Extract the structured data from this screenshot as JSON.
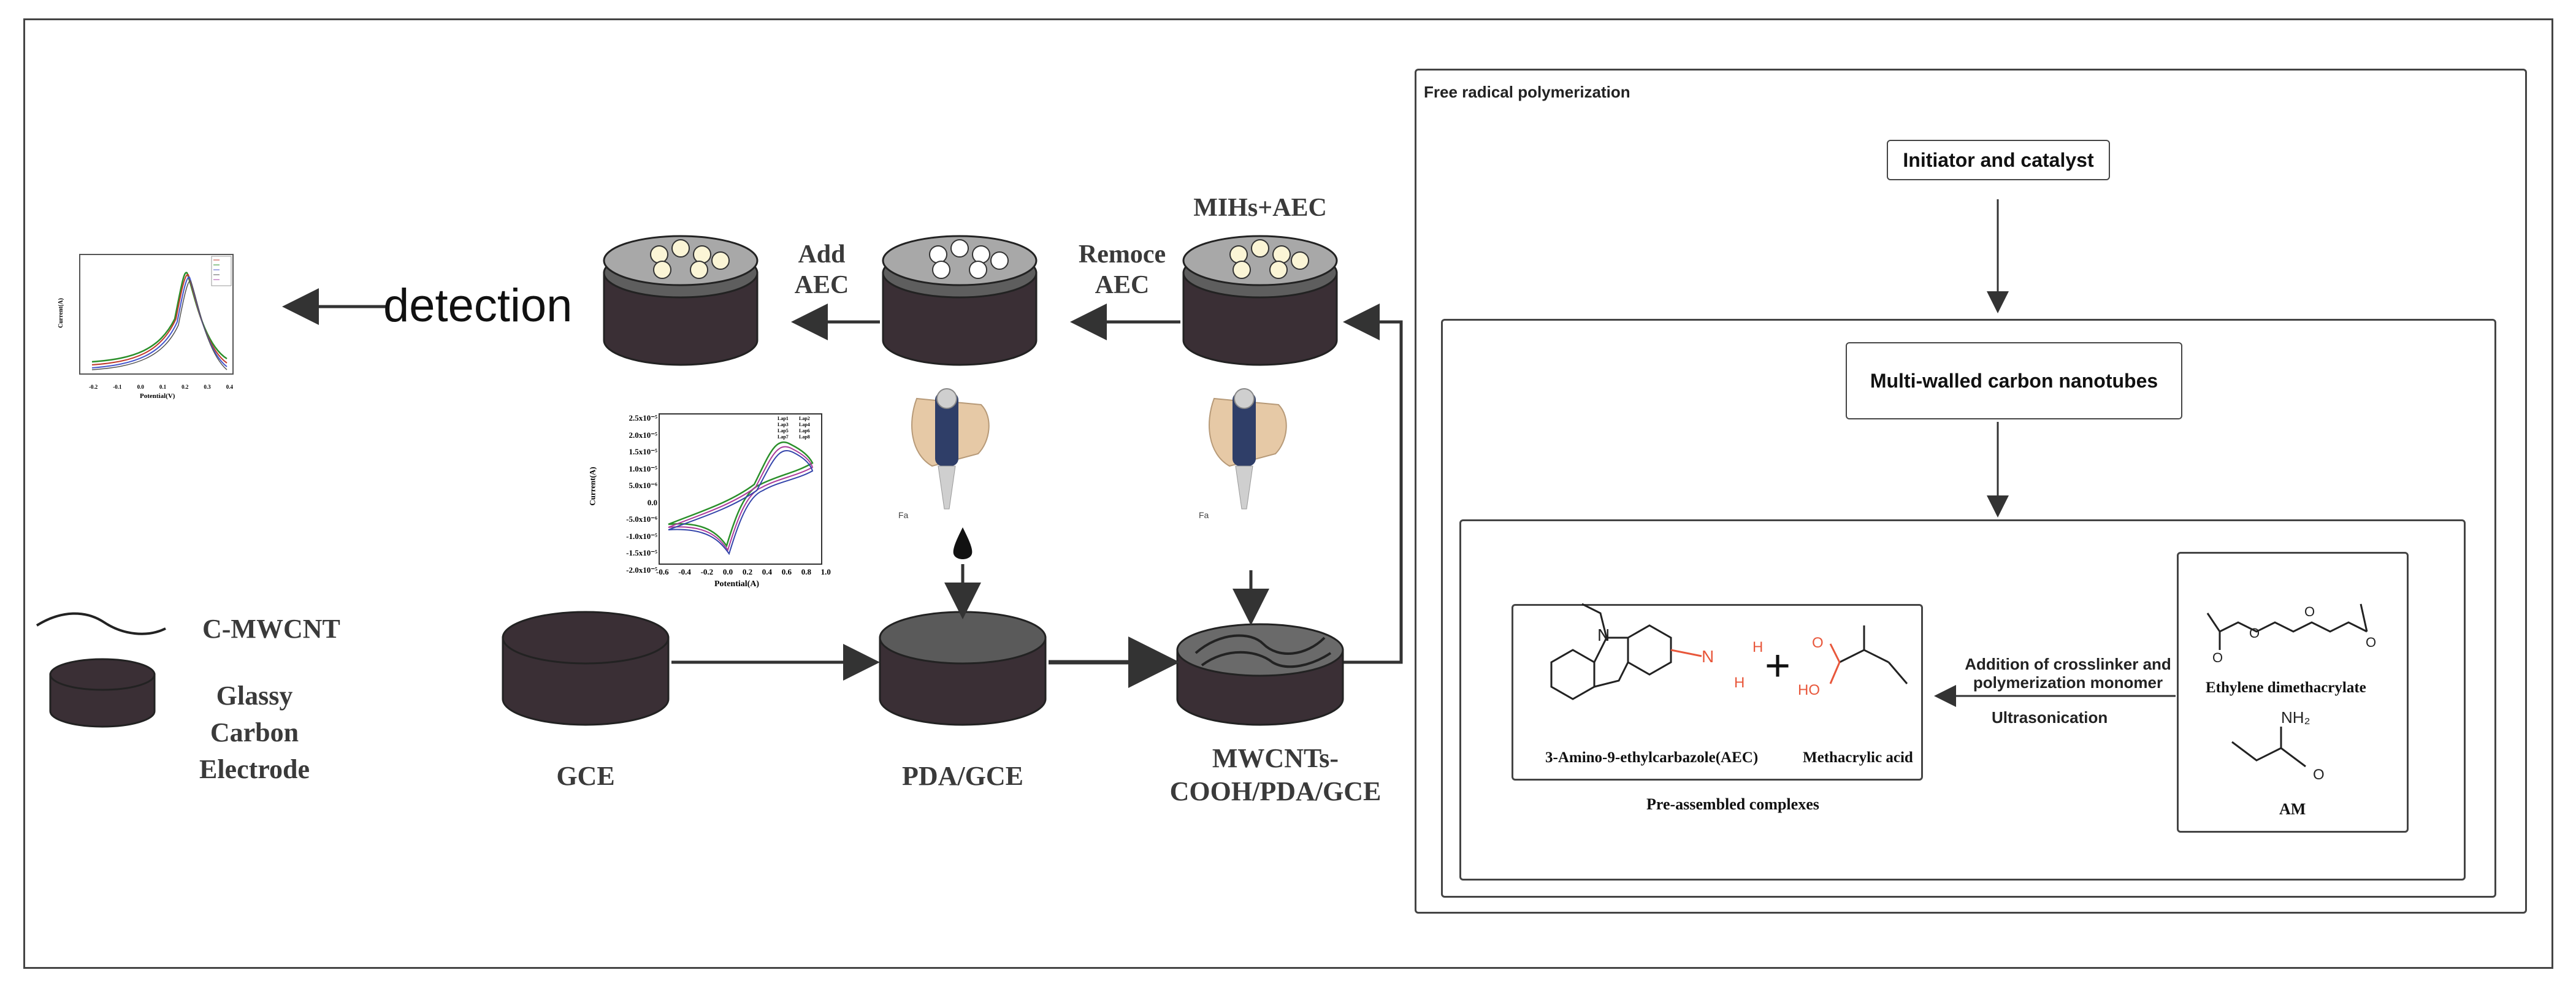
{
  "left_panel": {
    "detection_label": "detection",
    "electrode_labels": {
      "gce": "GCE",
      "pda_gce": "PDA/GCE",
      "mwcnts_line1": "MWCNTs-",
      "mwcnts_line2": "COOH/PDA/GCE"
    },
    "step_labels": {
      "add_line1": "Add",
      "add_line2": "AEC",
      "remove_line1": "Remoce",
      "remove_line2": "AEC",
      "mihs_aec": "MIHs+AEC"
    },
    "pipette_small_text": [
      "Fa",
      "Fa"
    ],
    "legend": {
      "cmwcnt": "C-MWCNT",
      "gce_line1": "Glassy Carbon",
      "gce_line2": "Electrode"
    }
  },
  "cv_plot": {
    "ylabel": "Current(A)",
    "xlabel": "Potential(A)",
    "y_ticks": [
      "2.5x10⁻⁵",
      "2.0x10⁻⁵",
      "1.5x10⁻⁵",
      "1.0x10⁻⁵",
      "5.0x10⁻⁶",
      "0.0",
      "-5.0x10⁻⁶",
      "-1.0x10⁻⁵",
      "-1.5x10⁻⁵",
      "-2.0x10⁻⁵"
    ],
    "x_ticks": [
      "-0.6",
      "-0.4",
      "-0.2",
      "0.0",
      "0.2",
      "0.4",
      "0.6",
      "0.8",
      "1.0"
    ],
    "legend": [
      "Lap1",
      "Lap2",
      "Lap3",
      "Lap4",
      "Lap5",
      "Lap6",
      "Lap7",
      "Lap8"
    ]
  },
  "dpv_plot": {
    "ylabel": "Current(A)",
    "xlabel": "Potential(V)",
    "x_ticks": [
      "-0.2",
      "-0.1",
      "0.0",
      "0.1",
      "0.2",
      "0.3",
      "0.4"
    ]
  },
  "right_panel": {
    "title": "Free radical polymerization",
    "initiator": "Initiator and catalyst",
    "mwcnt_box": "Multi-walled carbon nanotubes",
    "aec_name": "3-Amino-9-ethylcarbazole(AEC)",
    "maa_name": "Methacrylic acid",
    "plus": "+",
    "complex_caption": "Pre-assembled complexes",
    "arrow_text_line1": "Addition of crosslinker and",
    "arrow_text_line2": "polymerization monomer",
    "ultrasonication": "Ultrasonication",
    "egdma_name": "Ethylene dimethacrylate",
    "am_name": "AM",
    "nh2": "NH₂",
    "n_atom": "N",
    "h_atom": "H",
    "o_atom": "O",
    "ho_atom": "HO"
  },
  "colors": {
    "electrode_body": "#3a2f35",
    "electrode_top_gce": "#3a2f35",
    "electrode_top_pda": "#5a5a5a",
    "electrode_top_mip": "#9a9a9a",
    "cavity": "#fbf5d6",
    "amine_red": "#e8573b",
    "arrow": "#333333"
  }
}
